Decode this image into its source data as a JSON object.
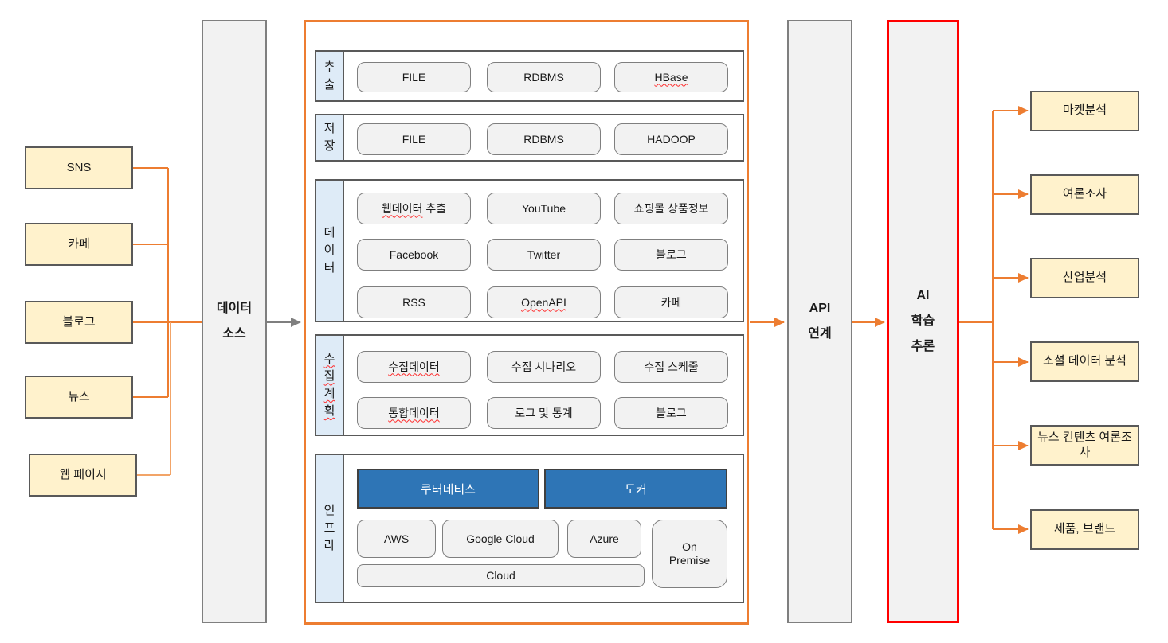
{
  "diagram": {
    "sources": [
      "SNS",
      "카페",
      "블로그",
      "뉴스",
      "웹 페이지"
    ],
    "data_source": {
      "line1": "데이터",
      "line2": "소스"
    },
    "pipeline": {
      "rows": [
        {
          "label": "추출",
          "items": [
            {
              "text": "FILE"
            },
            {
              "text": "RDBMS"
            },
            {
              "pre": "HBase"
            }
          ]
        },
        {
          "label": "저장",
          "items": [
            {
              "text": "FILE"
            },
            {
              "text": "RDBMS"
            },
            {
              "text": "HADOOP"
            }
          ]
        },
        {
          "label": "데이터",
          "items": [
            {
              "pre": "웹데이터",
              "text": " 추출"
            },
            {
              "text": "YouTube"
            },
            {
              "text": "쇼핑몰 상품정보"
            },
            {
              "text": "Facebook"
            },
            {
              "text": "Twitter"
            },
            {
              "text": "블로그"
            },
            {
              "text": "RSS"
            },
            {
              "pre": "OpenAPI"
            },
            {
              "text": "카페"
            }
          ]
        },
        {
          "label": "수집계획",
          "items": [
            {
              "pre": "수집데이터"
            },
            {
              "text": "수집 시나리오"
            },
            {
              "text": "수집 스케줄"
            },
            {
              "pre": "통합데이터"
            },
            {
              "text": "로그 및 통계"
            },
            {
              "text": "블로그"
            }
          ]
        },
        {
          "label": "인프라",
          "containers": [
            {
              "text": "쿠터네티스"
            },
            {
              "text": "도커"
            }
          ],
          "clouds": [
            {
              "text": "AWS"
            },
            {
              "text": "Google Cloud"
            },
            {
              "text": "Azure"
            }
          ],
          "on_premise": "On Premise",
          "cloud_bar": "Cloud"
        }
      ]
    },
    "api": {
      "line1": "API",
      "line2": "연계"
    },
    "ai": {
      "line1": "AI",
      "line2": "학습",
      "line3": "추론"
    },
    "outputs": [
      "마켓분석",
      "여론조사",
      "산업분석",
      "소셜 데이터 분석",
      "뉴스 컨텐츠 여론조사",
      "제품, 브랜드"
    ],
    "colors": {
      "accent_orange": "#ED7D31",
      "accent_red": "#FF0000",
      "accent_blue": "#2E75B6",
      "box_yellow": "#FFF2CC",
      "label_blue": "#DEEBF7",
      "fill_gray": "#F2F2F2"
    }
  }
}
